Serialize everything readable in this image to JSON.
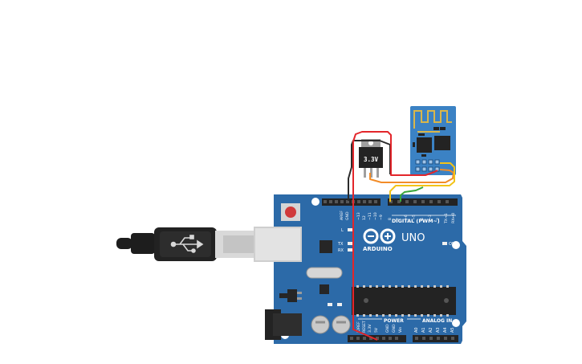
{
  "board": {
    "brand": "ARDUINO",
    "model": "UNO",
    "digital_label": "DIGITAL (PWM~)",
    "power_label": "POWER",
    "analog_label": "ANALOG IN",
    "on_label": "ON",
    "l_label": "L",
    "tx_label": "TX",
    "rx_label": "RX",
    "digital_pins": [
      "AREF",
      "GND",
      "~13",
      "12",
      "~11",
      "~10",
      "~9",
      "8",
      "7",
      "~6",
      "~5",
      "4",
      "~3",
      "2",
      "TX→1",
      "RX←0"
    ],
    "power_pins": [
      "IOREF",
      "RESET",
      "3.3V",
      "5V",
      "GND",
      "GND",
      "Vin"
    ],
    "analog_pins": [
      "A0",
      "A1",
      "A2",
      "A3",
      "A4",
      "A5"
    ]
  },
  "regulator": {
    "label": "3.3V"
  },
  "colors": {
    "board": "#2c6aa8",
    "board_dark": "#1e5084",
    "wire_red": "#e3262b",
    "wire_black": "#2b2b2b",
    "wire_orange": "#f28c28",
    "wire_yellow": "#f2c318",
    "wire_green": "#3aa63a",
    "esp_board": "#3b82c4",
    "antenna": "#d9b64a"
  }
}
